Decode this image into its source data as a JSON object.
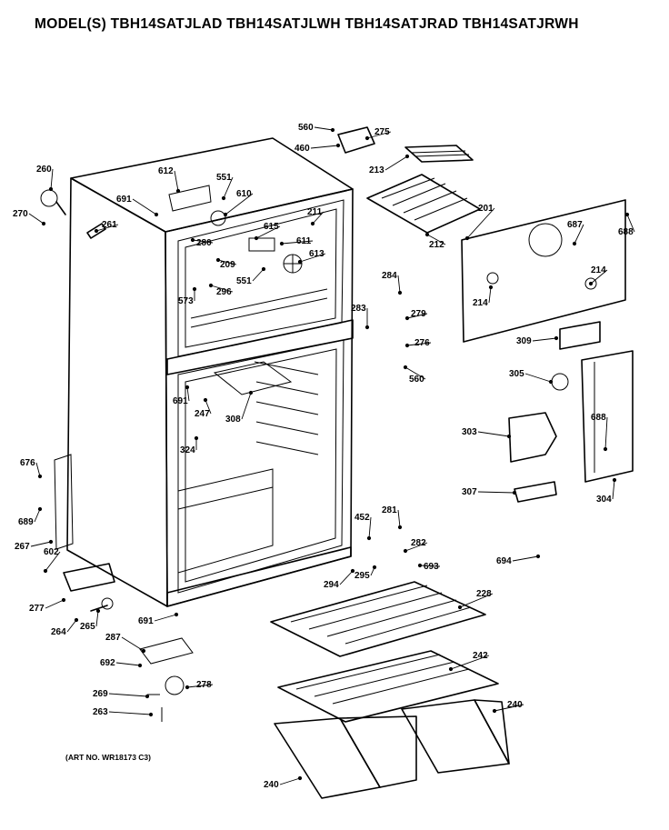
{
  "title": "MODEL(S) TBH14SATJLAD  TBH14SATJLWH  TBH14SATJRAD  TBH14SATJRWH",
  "art_number": "(ART NO. WR18173 C3)",
  "callouts": [
    {
      "id": "560a",
      "label": "560"
    },
    {
      "id": "275",
      "label": "275"
    },
    {
      "id": "460",
      "label": "460"
    },
    {
      "id": "213",
      "label": "213"
    },
    {
      "id": "260",
      "label": "260"
    },
    {
      "id": "612",
      "label": "612"
    },
    {
      "id": "551a",
      "label": "551"
    },
    {
      "id": "691a",
      "label": "691"
    },
    {
      "id": "610",
      "label": "610"
    },
    {
      "id": "211",
      "label": "211"
    },
    {
      "id": "201",
      "label": "201"
    },
    {
      "id": "270",
      "label": "270"
    },
    {
      "id": "261",
      "label": "261"
    },
    {
      "id": "280",
      "label": "280"
    },
    {
      "id": "615",
      "label": "615"
    },
    {
      "id": "687",
      "label": "687"
    },
    {
      "id": "688a",
      "label": "688"
    },
    {
      "id": "212",
      "label": "212"
    },
    {
      "id": "611",
      "label": "611"
    },
    {
      "id": "209",
      "label": "209"
    },
    {
      "id": "613",
      "label": "613"
    },
    {
      "id": "214a",
      "label": "214"
    },
    {
      "id": "551b",
      "label": "551"
    },
    {
      "id": "284",
      "label": "284"
    },
    {
      "id": "573",
      "label": "573"
    },
    {
      "id": "296",
      "label": "296"
    },
    {
      "id": "214b",
      "label": "214"
    },
    {
      "id": "283",
      "label": "283"
    },
    {
      "id": "279",
      "label": "279"
    },
    {
      "id": "276",
      "label": "276"
    },
    {
      "id": "309",
      "label": "309"
    },
    {
      "id": "560b",
      "label": "560"
    },
    {
      "id": "305",
      "label": "305"
    },
    {
      "id": "691b",
      "label": "691"
    },
    {
      "id": "247",
      "label": "247"
    },
    {
      "id": "308",
      "label": "308"
    },
    {
      "id": "688b",
      "label": "688"
    },
    {
      "id": "303",
      "label": "303"
    },
    {
      "id": "324",
      "label": "324"
    },
    {
      "id": "676",
      "label": "676"
    },
    {
      "id": "307",
      "label": "307"
    },
    {
      "id": "304",
      "label": "304"
    },
    {
      "id": "689",
      "label": "689"
    },
    {
      "id": "281",
      "label": "281"
    },
    {
      "id": "452",
      "label": "452"
    },
    {
      "id": "267",
      "label": "267"
    },
    {
      "id": "282",
      "label": "282"
    },
    {
      "id": "602",
      "label": "602"
    },
    {
      "id": "694",
      "label": "694"
    },
    {
      "id": "693",
      "label": "693"
    },
    {
      "id": "295",
      "label": "295"
    },
    {
      "id": "294",
      "label": "294"
    },
    {
      "id": "228",
      "label": "228"
    },
    {
      "id": "277",
      "label": "277"
    },
    {
      "id": "264",
      "label": "264"
    },
    {
      "id": "265",
      "label": "265"
    },
    {
      "id": "691c",
      "label": "691"
    },
    {
      "id": "287",
      "label": "287"
    },
    {
      "id": "242",
      "label": "242"
    },
    {
      "id": "692",
      "label": "692"
    },
    {
      "id": "278",
      "label": "278"
    },
    {
      "id": "269",
      "label": "269"
    },
    {
      "id": "240a",
      "label": "240"
    },
    {
      "id": "263",
      "label": "263"
    },
    {
      "id": "240b",
      "label": "240"
    }
  ]
}
